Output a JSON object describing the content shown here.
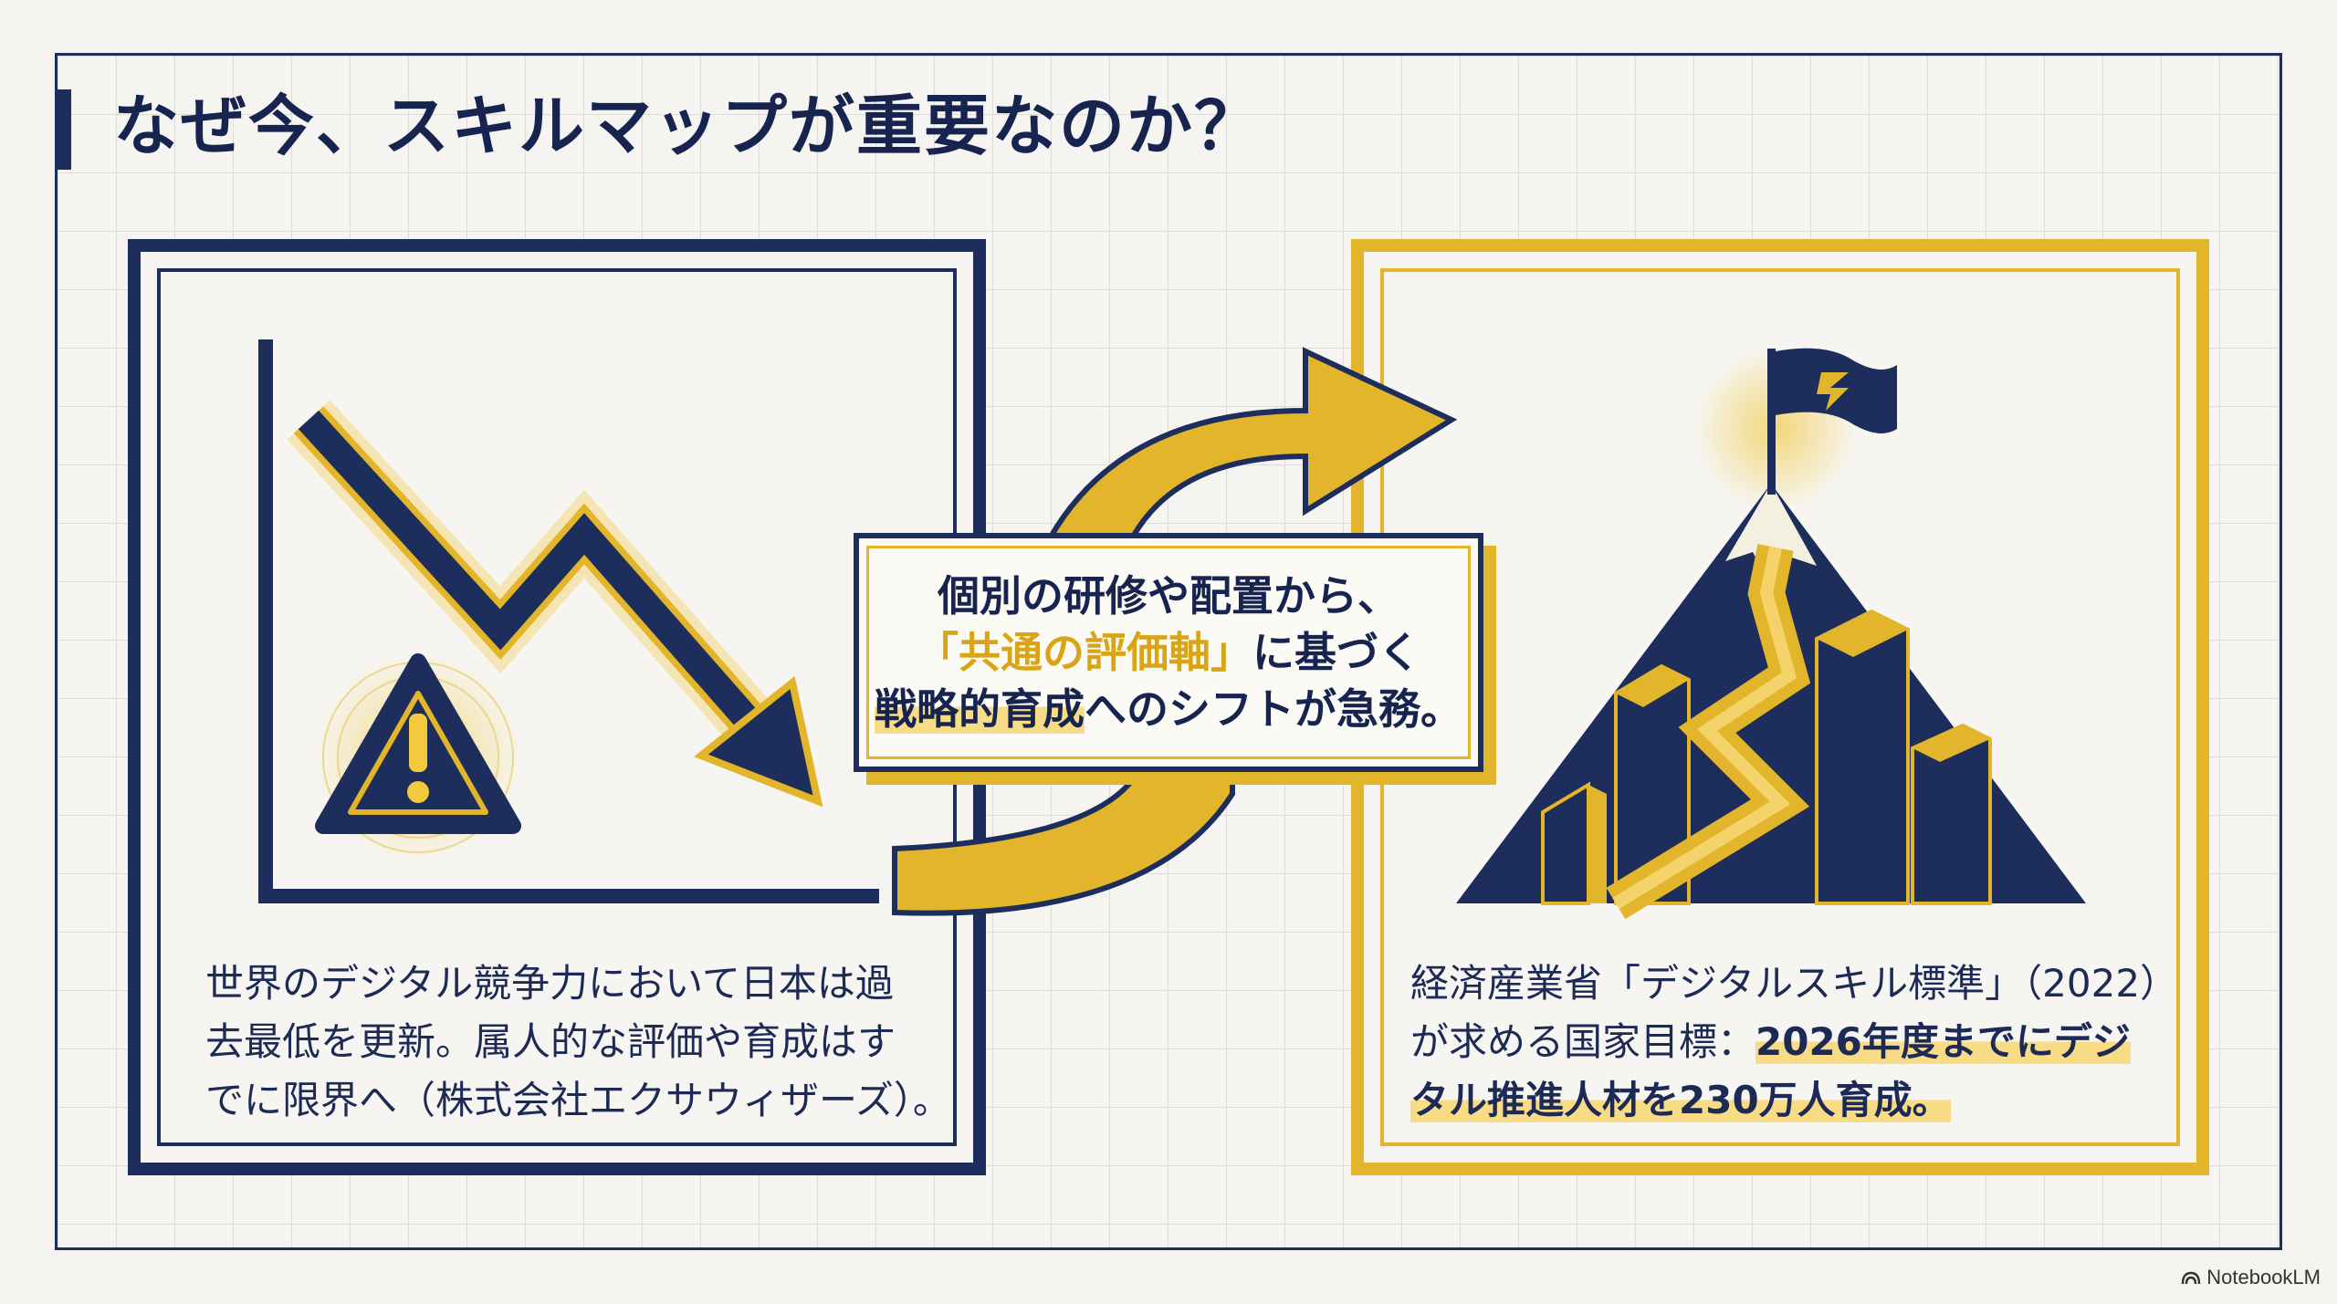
{
  "title": "なぜ今、スキルマップが重要なのか？",
  "left_card": {
    "text_lines": [
      "世界のデジタル競争力において日本は過",
      "去最低を更新。属人的な評価や育成はす",
      "でに限界へ（株式会社エクサウィザーズ）。"
    ]
  },
  "callout": {
    "line1": "個別の研修や配置から、",
    "line2_highlight": "「共通の評価軸」",
    "line2_rest": "に基づく",
    "line3_highlight": "戦略的育成",
    "line3_rest": "へのシフトが急務。"
  },
  "right_card": {
    "line1": "経済産業省「デジタルスキル標準」（2022）",
    "line2_plain": "が求める国家目標：",
    "line2_highlight": "2026年度までにデジ",
    "line3_highlight": "タル推進人材を230万人育成。"
  },
  "credit": "NotebookLM",
  "colors": {
    "navy": "#1d2d5c",
    "gold": "#e2b52a",
    "background": "#f4f3ef"
  }
}
